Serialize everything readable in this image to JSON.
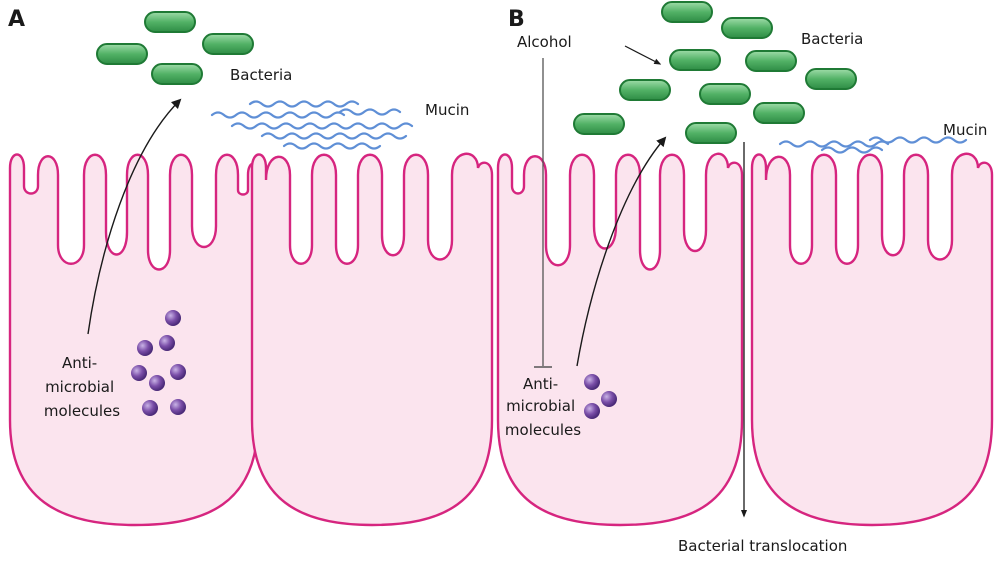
{
  "panels": [
    {
      "letter": "A",
      "labels": {
        "bacteria": "Bacteria",
        "mucin": "Mucin",
        "antimicrobial": [
          "Anti-",
          "microbial",
          "molecules"
        ]
      }
    },
    {
      "letter": "B",
      "labels": {
        "alcohol": "Alcohol",
        "bacteria": "Bacteria",
        "mucin": "Mucin",
        "antimicrobial": [
          "Anti-",
          "microbial",
          "molecules"
        ],
        "translocation": "Bacterial translocation"
      }
    }
  ],
  "colors": {
    "cell_fill": "#fbe4ee",
    "cell_stroke": "#d6257f",
    "bacteria_fill": "#52b266",
    "bacteria_stroke": "#1f7a35",
    "mucin": "#5f8fd6",
    "molecule": "#7a4ea8",
    "arrow": "#1a1a1a"
  }
}
